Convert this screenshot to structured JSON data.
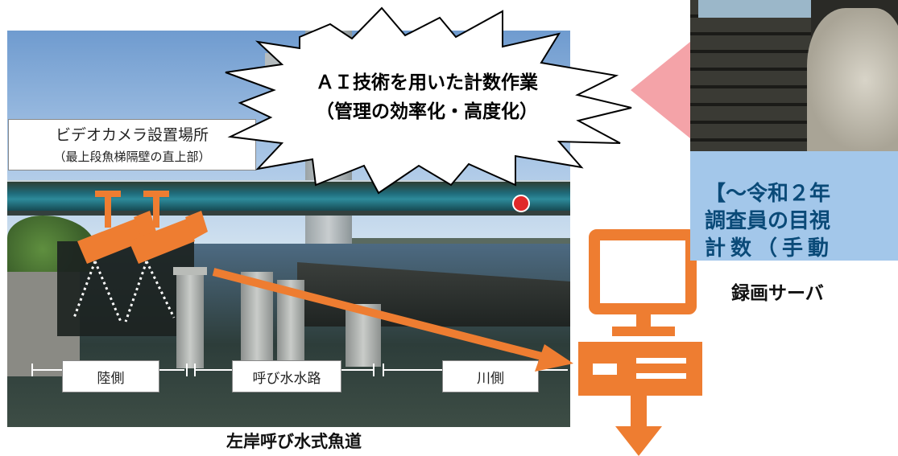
{
  "burst": {
    "line1": "ＡＩ技術を用いた計数作業",
    "line2": "（管理の効率化・高度化）"
  },
  "camera_label": {
    "line1": "ビデオカメラ設置場所",
    "line2": "（最上段魚梯隔壁の直上部）"
  },
  "zones": {
    "land_side": "陸側",
    "call_channel": "呼び水水路",
    "river_side": "川側"
  },
  "caption": "左岸呼び水式魚道",
  "manual_count": {
    "line1": "【〜令和２年",
    "line2": "調査員の目視",
    "line3": "計数（手動"
  },
  "server_label": "録画サーバ",
  "colors": {
    "orange": "#ee7d31",
    "pink_arrow": "#f4a3a8",
    "note_box": "#a3c7ea",
    "note_text": "#0a4a78"
  }
}
